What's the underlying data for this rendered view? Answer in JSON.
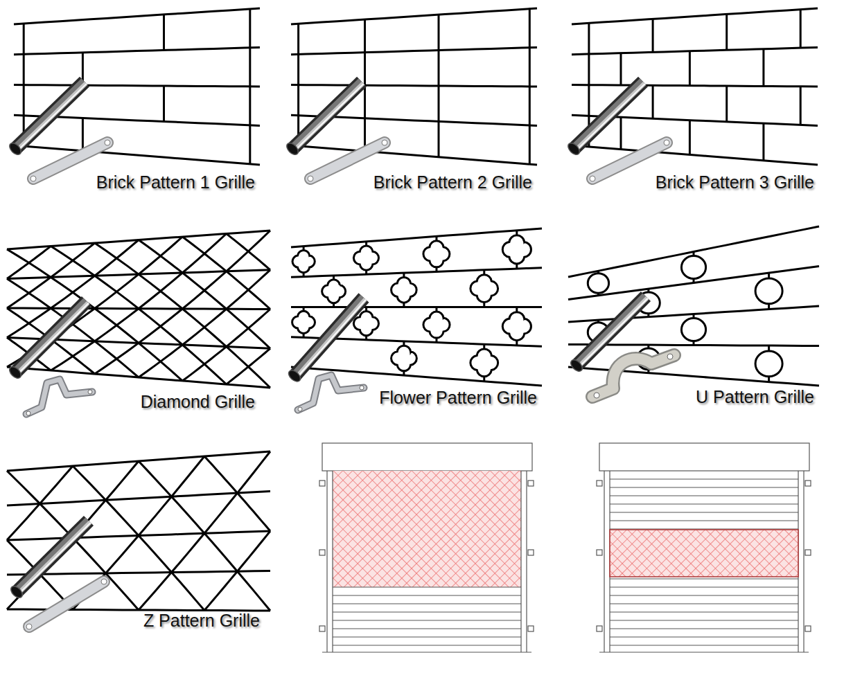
{
  "diagram": {
    "labels": [
      "Brick Pattern 1 Grille",
      "Brick Pattern 2 Grille",
      "Brick Pattern 3 Grille",
      "Diamond Grille",
      "Flower Pattern Grille",
      "U Pattern Grille",
      "Z Pattern Grille"
    ]
  }
}
